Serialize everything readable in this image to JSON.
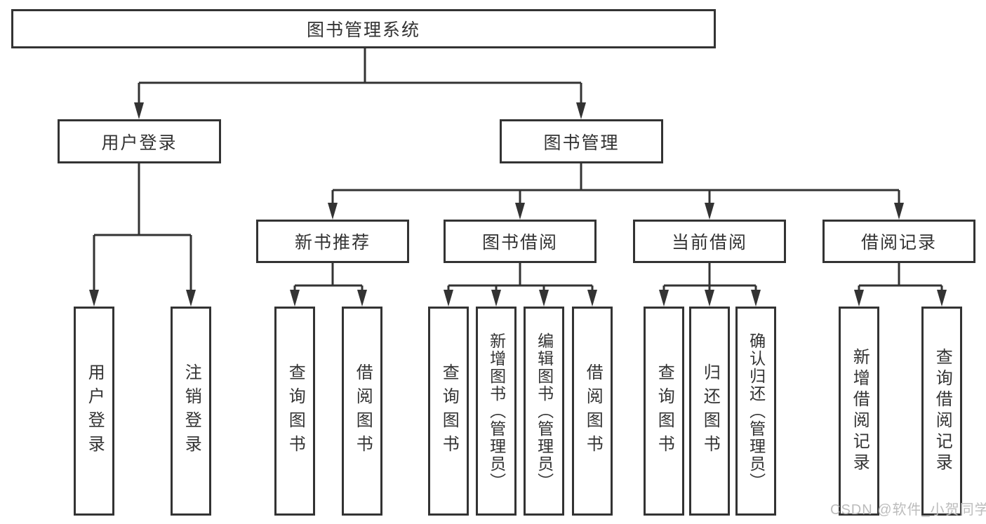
{
  "colors": {
    "line": "#333333",
    "text": "#333333",
    "background": "#ffffff",
    "watermark": "#bcbcbc"
  },
  "tree": {
    "root": {
      "label": "图书管理系统"
    },
    "level2": [
      {
        "label": "用户登录"
      },
      {
        "label": "图书管理"
      }
    ],
    "level3": [
      {
        "label": "新书推荐",
        "parent": "图书管理"
      },
      {
        "label": "图书借阅",
        "parent": "图书管理"
      },
      {
        "label": "当前借阅",
        "parent": "图书管理"
      },
      {
        "label": "借阅记录",
        "parent": "图书管理"
      }
    ],
    "leaves": [
      {
        "label": "用户登录",
        "parent": "用户登录"
      },
      {
        "label": "注销登录",
        "parent": "用户登录"
      },
      {
        "label": "查询图书",
        "parent": "新书推荐"
      },
      {
        "label": "借阅图书",
        "parent": "新书推荐"
      },
      {
        "label": "查询图书",
        "parent": "图书借阅"
      },
      {
        "label": "新增图书（管理员）",
        "parent": "图书借阅"
      },
      {
        "label": "编辑图书（管理员）",
        "parent": "图书借阅"
      },
      {
        "label": "借阅图书",
        "parent": "图书借阅"
      },
      {
        "label": "查询图书",
        "parent": "当前借阅"
      },
      {
        "label": "归还图书",
        "parent": "当前借阅"
      },
      {
        "label": "确认归还（管理员）",
        "parent": "当前借阅"
      },
      {
        "label": "新增借阅记录",
        "parent": "借阅记录"
      },
      {
        "label": "查询借阅记录",
        "parent": "借阅记录"
      }
    ]
  },
  "watermark": {
    "text": "CSDN @软件_小贺同学"
  }
}
